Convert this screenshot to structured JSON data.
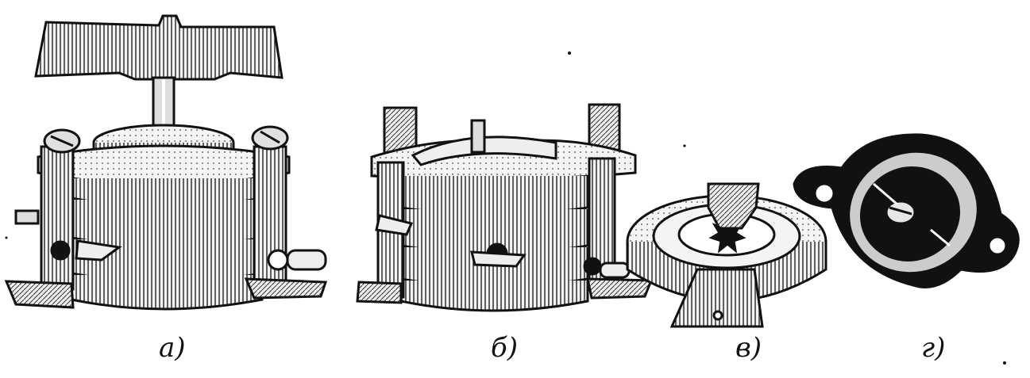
{
  "captions": {
    "a": "а)",
    "b": "б)",
    "c": "в)",
    "d": "г)"
  },
  "colors": {
    "ink": "#111111",
    "paper": "#ffffff",
    "hatch": "#222222",
    "light": "#e9e9e9"
  }
}
